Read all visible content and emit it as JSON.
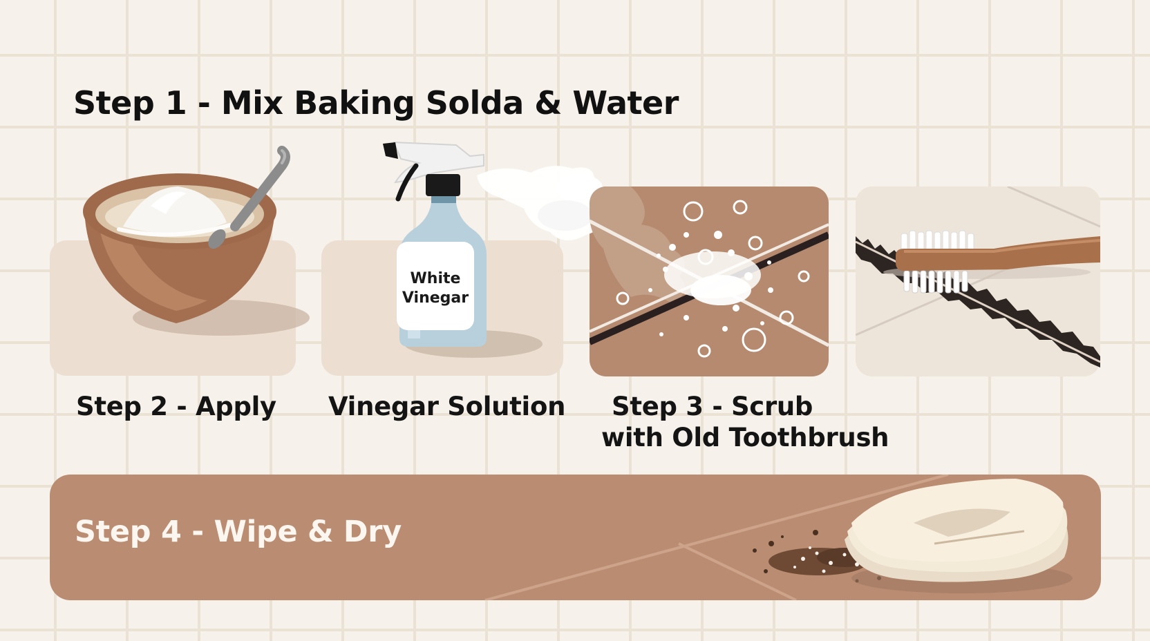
{
  "title": "Step 1 - Mix Baking Solda & Water",
  "panels": [
    {
      "label_lines": [
        "Step 2 - Apply"
      ]
    },
    {
      "label_lines": [
        "Vinegar Solution"
      ],
      "bottle_label": [
        "White",
        "Vinegar"
      ]
    },
    {
      "label_lines": [
        "Step 3 - Scrub",
        "with Old Toothbrush"
      ]
    },
    {
      "label_lines": []
    }
  ],
  "banner": {
    "label": "Step 4 - Wipe & Dry"
  },
  "icons": [
    "bowl-icon",
    "spoon-icon",
    "spray-bottle-icon",
    "spray-mist-icon",
    "bubbles-icon",
    "toothbrush-icon",
    "cloth-icon",
    "dirt-icon"
  ],
  "colors": {
    "tile": "#ebe2d6",
    "panel": "#ecdfd2",
    "brown": "#b58a6f",
    "banner": "#ba8d72",
    "bottle": "#b7d0dc"
  }
}
